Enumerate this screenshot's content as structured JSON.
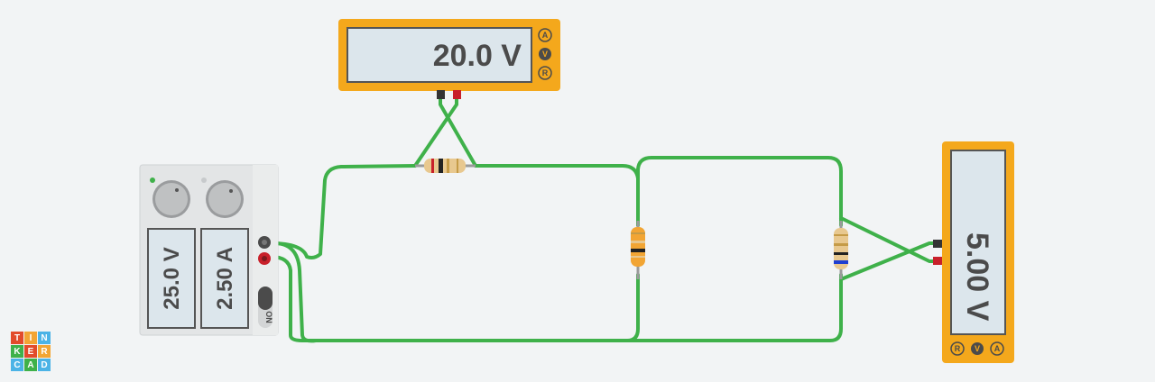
{
  "top_meter": {
    "reading": "20.0 V",
    "buttons": [
      "A",
      "V",
      "R"
    ],
    "active_mode": "V"
  },
  "right_meter": {
    "reading": "5.00 V",
    "buttons": [
      "R",
      "V",
      "A"
    ],
    "active_mode": "V"
  },
  "power_supply": {
    "voltage_display": "25.0 V",
    "current_display": "2.50 A",
    "power_switch_label": "ON"
  },
  "logo": {
    "letters": [
      "T",
      "I",
      "N",
      "K",
      "E",
      "R",
      "C",
      "A",
      "D"
    ]
  },
  "colors": {
    "wire": "#3fb14a",
    "meter_frame": "#f4a81c",
    "meter_screen": "#dce6ec",
    "resistor_body": "#e8c88f",
    "orange_resistor": "#f2a534",
    "supply_body": "#e3e5e6",
    "logo_colors": [
      "#e24b2b",
      "#f2a534",
      "#4bb3e6",
      "#3fb14a"
    ]
  }
}
